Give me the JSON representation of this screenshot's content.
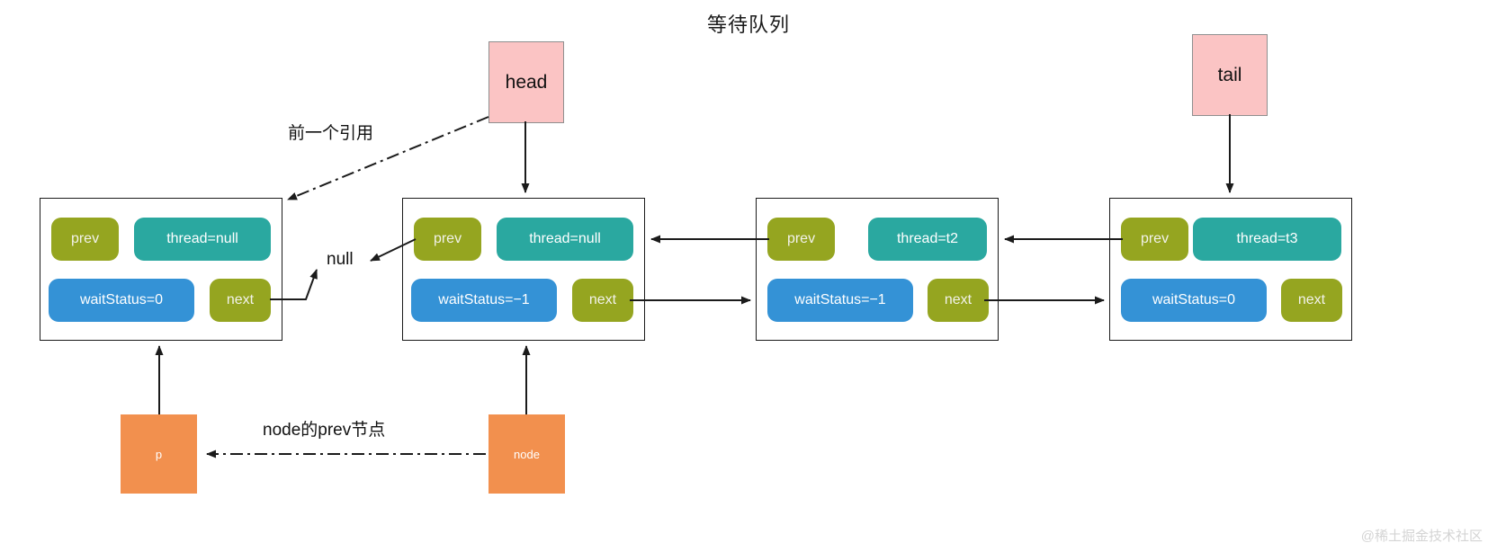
{
  "title": "等待队列",
  "watermark": "@稀土掘金技术社区",
  "colors": {
    "prev_next_pill": "#95a520",
    "thread_pill": "#2aa8a0",
    "status_pill": "#3492d6",
    "endpoint_box": "#fbc4c4",
    "orange_box": "#f2904e",
    "line": "#1b1b1b"
  },
  "endpoints": [
    {
      "name": "head",
      "label": "head"
    },
    {
      "name": "tail",
      "label": "tail"
    }
  ],
  "pointers": [
    {
      "name": "p",
      "label": "p"
    },
    {
      "name": "node",
      "label": "node"
    }
  ],
  "annotations": {
    "prev_reference": "前一个引用",
    "null_label": "null",
    "node_prev": "node的prev节点"
  },
  "field_names": {
    "prev": "prev",
    "next": "next"
  },
  "nodes": [
    {
      "id": "node-0",
      "prev": "prev",
      "thread": "thread=null",
      "waitStatus": "waitStatus=0",
      "next": "next"
    },
    {
      "id": "node-1",
      "prev": "prev",
      "thread": "thread=null",
      "waitStatus": "waitStatus=−1",
      "next": "next"
    },
    {
      "id": "node-2",
      "prev": "prev",
      "thread": "thread=t2",
      "waitStatus": "waitStatus=−1",
      "next": "next"
    },
    {
      "id": "node-3",
      "prev": "prev",
      "thread": "thread=t3",
      "waitStatus": "waitStatus=0",
      "next": "next"
    }
  ]
}
